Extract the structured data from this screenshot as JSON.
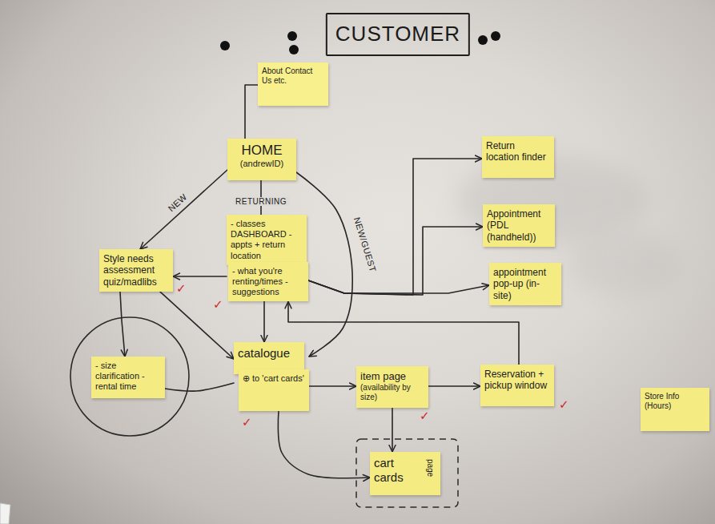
{
  "diagram": {
    "title": "CUSTOMER",
    "nodes": [
      {
        "text": [
          "About Contact Us etc."
        ]
      },
      {
        "text": [
          "HOME",
          "(andrewID)"
        ]
      },
      {
        "text": [
          "Return location finder"
        ]
      },
      {
        "text": [
          "Appointment (PDL (handheld))"
        ]
      },
      {
        "text": [
          "- classes DASHBOARD - appts + return location",
          "- what you're renting/times - suggestions"
        ]
      },
      {
        "text": [
          "Style needs assessment quiz/madlibs"
        ]
      },
      {
        "text": [
          "appointment pop-up (in-site)"
        ]
      },
      {
        "text": [
          "- size clarification - rental time"
        ]
      },
      {
        "text": [
          "catalogue",
          "⊕ to 'cart cards'"
        ]
      },
      {
        "text": [
          "item page",
          "(availability by size)"
        ]
      },
      {
        "text": [
          "Reservation + pickup window"
        ]
      },
      {
        "text": [
          "Store Info (Hours)"
        ]
      },
      {
        "text": [
          "cart cards",
          "page"
        ]
      }
    ],
    "edges": [
      {
        "from": 1,
        "to": 0,
        "arrow": "none"
      },
      {
        "from": 1,
        "to": 5,
        "label": "NEW",
        "arrow": "to"
      },
      {
        "from": 1,
        "to": 4,
        "label": "RETURNING",
        "arrow": "none"
      },
      {
        "from": 1,
        "to": 8,
        "label": "NEW/GUEST",
        "arrow": "to"
      },
      {
        "from": 4,
        "to": 5,
        "arrow": "to"
      },
      {
        "from": 4,
        "to": 8,
        "arrow": "to"
      },
      {
        "from": 4,
        "to": 2,
        "arrow": "to"
      },
      {
        "from": 4,
        "to": 3,
        "arrow": "to"
      },
      {
        "from": 4,
        "to": 6,
        "arrow": "to"
      },
      {
        "from": 5,
        "to": 7,
        "arrow": "to"
      },
      {
        "from": 5,
        "to": 8,
        "arrow": "to"
      },
      {
        "from": 7,
        "to": 8,
        "arrow": "none"
      },
      {
        "from": 8,
        "to": 9,
        "arrow": "to"
      },
      {
        "from": 8,
        "to": 12,
        "arrow": "to"
      },
      {
        "from": 9,
        "to": 10,
        "arrow": "to"
      },
      {
        "from": 9,
        "to": 12,
        "arrow": "to"
      },
      {
        "from": 10,
        "to": 4,
        "arrow": "to"
      }
    ],
    "labels": [
      "✓",
      "✓",
      "✓",
      "✓",
      "✓"
    ]
  }
}
